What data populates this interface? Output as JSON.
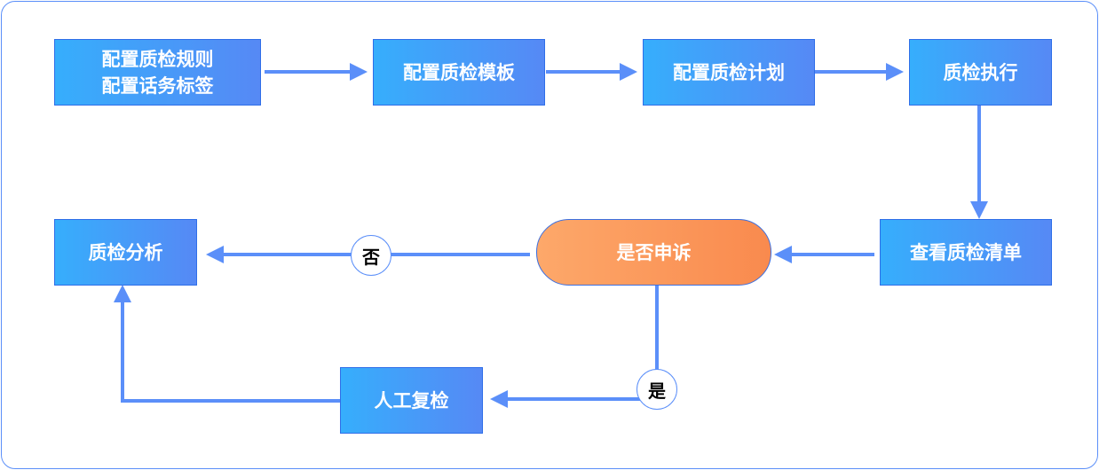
{
  "nodes": {
    "rules": "配置质检规则\n配置话务标签",
    "template": "配置质检模板",
    "plan": "配置质检计划",
    "execute": "质检执行",
    "list": "查看质检清单",
    "appeal": "是否申诉",
    "analysis": "质检分析",
    "recheck": "人工复检"
  },
  "branches": {
    "no": "否",
    "yes": "是"
  },
  "colors": {
    "line": "#5b8ff9",
    "box_start": "#36aefc",
    "box_end": "#5689f5",
    "decision_start": "#fda86a",
    "decision_end": "#f98a4e"
  }
}
